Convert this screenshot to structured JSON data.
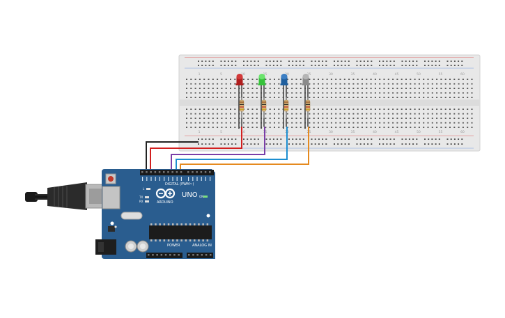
{
  "breadboard": {
    "column_numbers": [
      "1",
      "5",
      "10",
      "15",
      "20",
      "25",
      "30",
      "35",
      "40",
      "45",
      "50",
      "55",
      "60"
    ]
  },
  "leds": [
    {
      "color": "red",
      "body": "#b01e1e",
      "lens": "#d23a3a"
    },
    {
      "color": "green",
      "body": "#36c23a",
      "lens": "#6be46d"
    },
    {
      "color": "blue",
      "body": "#1f5f9e",
      "lens": "#3c7fc4"
    },
    {
      "color": "gray",
      "body": "#8a8a8a",
      "lens": "#b5b5b5"
    }
  ],
  "wires": [
    {
      "name": "gnd",
      "color": "#222222"
    },
    {
      "name": "red",
      "color": "#d21f1f"
    },
    {
      "name": "purple",
      "color": "#7a3ea8"
    },
    {
      "name": "blue",
      "color": "#1c8ed0"
    },
    {
      "name": "orange",
      "color": "#e58a1f"
    }
  ],
  "arduino": {
    "brand": "ARDUINO",
    "model": "UNO",
    "digital_label": "DIGITAL (PWM~)",
    "power_label": "POWER",
    "analog_label": "ANALOG IN",
    "on_label": "ON",
    "tx_label": "TX",
    "rx_label": "RX",
    "l_label": "L",
    "color": "#2a5d8f"
  }
}
